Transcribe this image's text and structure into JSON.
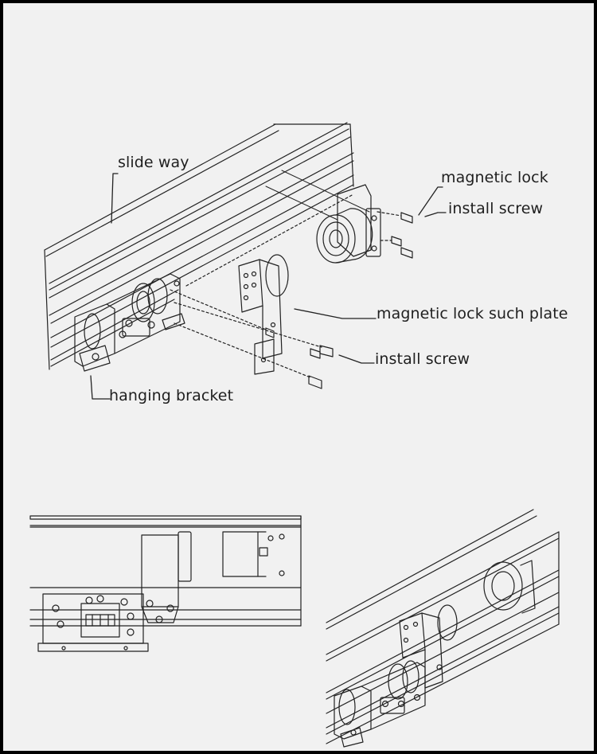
{
  "labels": {
    "slide_way": "slide way",
    "magnetic_lock": "magnetic lock",
    "install_screw_top": "install screw",
    "magnetic_lock_plate": "magnetic lock such plate",
    "install_screw_bottom": "install screw",
    "hanging_bracket": "hanging bracket"
  },
  "colors": {
    "paper": "#f1f1f1",
    "ink": "#1f1f1f",
    "frame": "#000000"
  }
}
